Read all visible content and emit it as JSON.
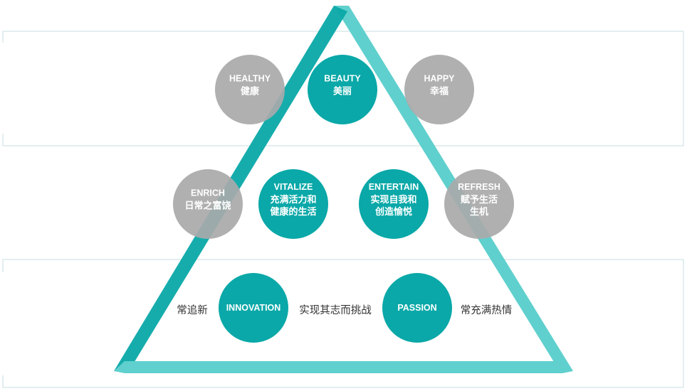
{
  "colors": {
    "teal": "#0aa8a8",
    "gray": "#a9a9aa",
    "triangle_outer": "#0aa8a8",
    "triangle_inner": "#5fd0cd",
    "band_line": "#c8dde0",
    "side_text": "#333333"
  },
  "top_row": [
    {
      "id": "healthy",
      "en": "HEALTHY",
      "cn": [
        "健康"
      ],
      "tone": "gray"
    },
    {
      "id": "beauty",
      "en": "BEAUTY",
      "cn": [
        "美丽"
      ],
      "tone": "teal"
    },
    {
      "id": "happy",
      "en": "HAPPY",
      "cn": [
        "幸福"
      ],
      "tone": "gray"
    }
  ],
  "middle_row": [
    {
      "id": "enrich",
      "en": "ENRICH",
      "cn": [
        "日常之富饶"
      ],
      "tone": "gray"
    },
    {
      "id": "vitalize",
      "en": "VITALIZE",
      "cn": [
        "充满活力和",
        "健康的生活"
      ],
      "tone": "teal"
    },
    {
      "id": "entertain",
      "en": "ENTERTAIN",
      "cn": [
        "实现自我和",
        "创造愉悦"
      ],
      "tone": "teal"
    },
    {
      "id": "refresh",
      "en": "REFRESH",
      "cn": [
        "赋予生活",
        "生机"
      ],
      "tone": "gray"
    }
  ],
  "bottom_row": [
    {
      "id": "innovation",
      "en": "INNOVATION",
      "cn": [],
      "tone": "teal"
    },
    {
      "id": "passion",
      "en": "PASSION",
      "cn": [],
      "tone": "teal"
    }
  ],
  "side_texts": {
    "left_of_innovation": "常追新",
    "right_of_innovation": "实现其志而挑战",
    "right_of_passion": "常充满热情"
  }
}
